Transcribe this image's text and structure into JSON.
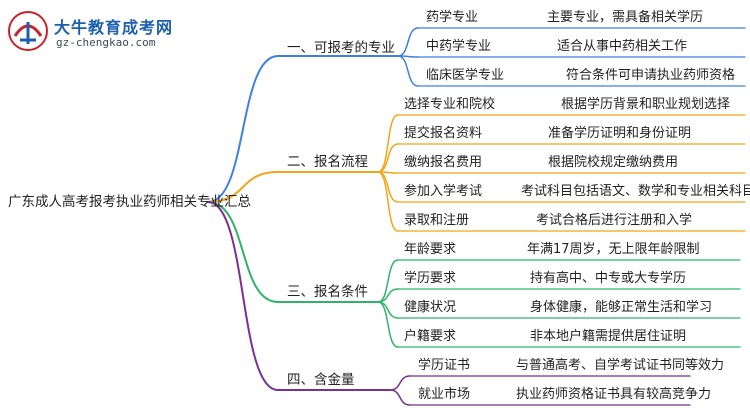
{
  "logo": {
    "title": "大牛教育成考网",
    "url": "gz-chengkao.com"
  },
  "root": "广东成人高考报考执业药师相关专业汇总",
  "branches": [
    {
      "label": "一、可报考的专业",
      "color": "#3f7fe0",
      "items": [
        {
          "name": "药学专业",
          "desc": "主要专业，需具备相关学历"
        },
        {
          "name": "中药学专业",
          "desc": "适合从事中药相关工作"
        },
        {
          "name": "临床医学专业",
          "desc": "符合条件可申请执业药师资格"
        }
      ]
    },
    {
      "label": "二、报名流程",
      "color": "#f2a516",
      "items": [
        {
          "name": "选择专业和院校",
          "desc": "根据学历背景和职业规划选择"
        },
        {
          "name": "提交报名资料",
          "desc": "准备学历证明和身份证明"
        },
        {
          "name": "缴纳报名费用",
          "desc": "根据院校规定缴纳费用"
        },
        {
          "name": "参加入学考试",
          "desc": "考试科目包括语文、数学和专业相关科目"
        },
        {
          "name": "录取和注册",
          "desc": "考试合格后进行注册和入学"
        }
      ]
    },
    {
      "label": "三、报名条件",
      "color": "#2fb36a",
      "items": [
        {
          "name": "年龄要求",
          "desc": "年满17周岁，无上限年龄限制"
        },
        {
          "name": "学历要求",
          "desc": "持有高中、中专或大专学历"
        },
        {
          "name": "健康状况",
          "desc": "身体健康，能够正常生活和学习"
        },
        {
          "name": "户籍要求",
          "desc": "非本地户籍需提供居住证明"
        }
      ]
    },
    {
      "label": "四、含金量",
      "color": "#7b2f8f",
      "items": [
        {
          "name": "学历证书",
          "desc": "与普通高考、自学考试证书同等效力"
        },
        {
          "name": "就业市场",
          "desc": "执业药师资格证书具有较高竞争力"
        }
      ]
    }
  ]
}
